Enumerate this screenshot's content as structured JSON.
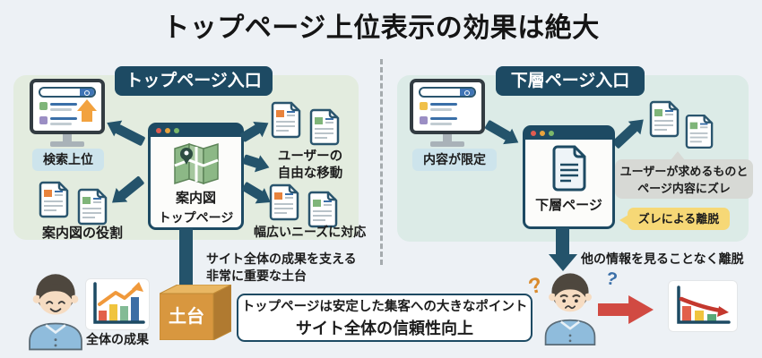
{
  "title": "トップページ上位表示の効果は絶大",
  "left_panel": {
    "header": "トップページ入口",
    "search_label": "検索上位",
    "window_title": "案内図",
    "window_subtitle": "トップページ",
    "free_move_line1": "ユーザーの",
    "free_move_line2": "自由な移動",
    "wide_needs_label": "幅広いニーズに対応",
    "map_role_label": "案内図の役割"
  },
  "foundation": {
    "note_line1": "サイト全体の成果を支える",
    "note_line2": "非常に重要な土台",
    "box_label": "土台",
    "result_label": "全体の成果",
    "summary_line1": "トップページは安定した集客への大きなポイント",
    "summary_line2": "サイト全体の信頼性向上"
  },
  "right_panel": {
    "header": "下層ページ入口",
    "limited_label": "内容が限定",
    "window_title": "下層ページ",
    "mismatch_line1": "ユーザーが求めるものと",
    "mismatch_line2": "ページ内容にズレ",
    "exit_bubble": "ズレによる離脱",
    "exit_note": "他の情報を見ることなく離脱",
    "question_left": "?",
    "question_right": "?"
  },
  "colors": {
    "navy": "#1d4a63",
    "arrow_navy": "#24536b",
    "left_panel_bg": "#e3ecdf",
    "right_panel_bg": "#dcebe7",
    "tag_bg": "#cde4ec",
    "grey_bubble_bg": "#d7d9d5",
    "yellow_bubble_bg": "#f6d876",
    "foundation_front": "#d8973f",
    "red_arrow": "#d14a42",
    "orange_accent": "#f2a23f"
  }
}
